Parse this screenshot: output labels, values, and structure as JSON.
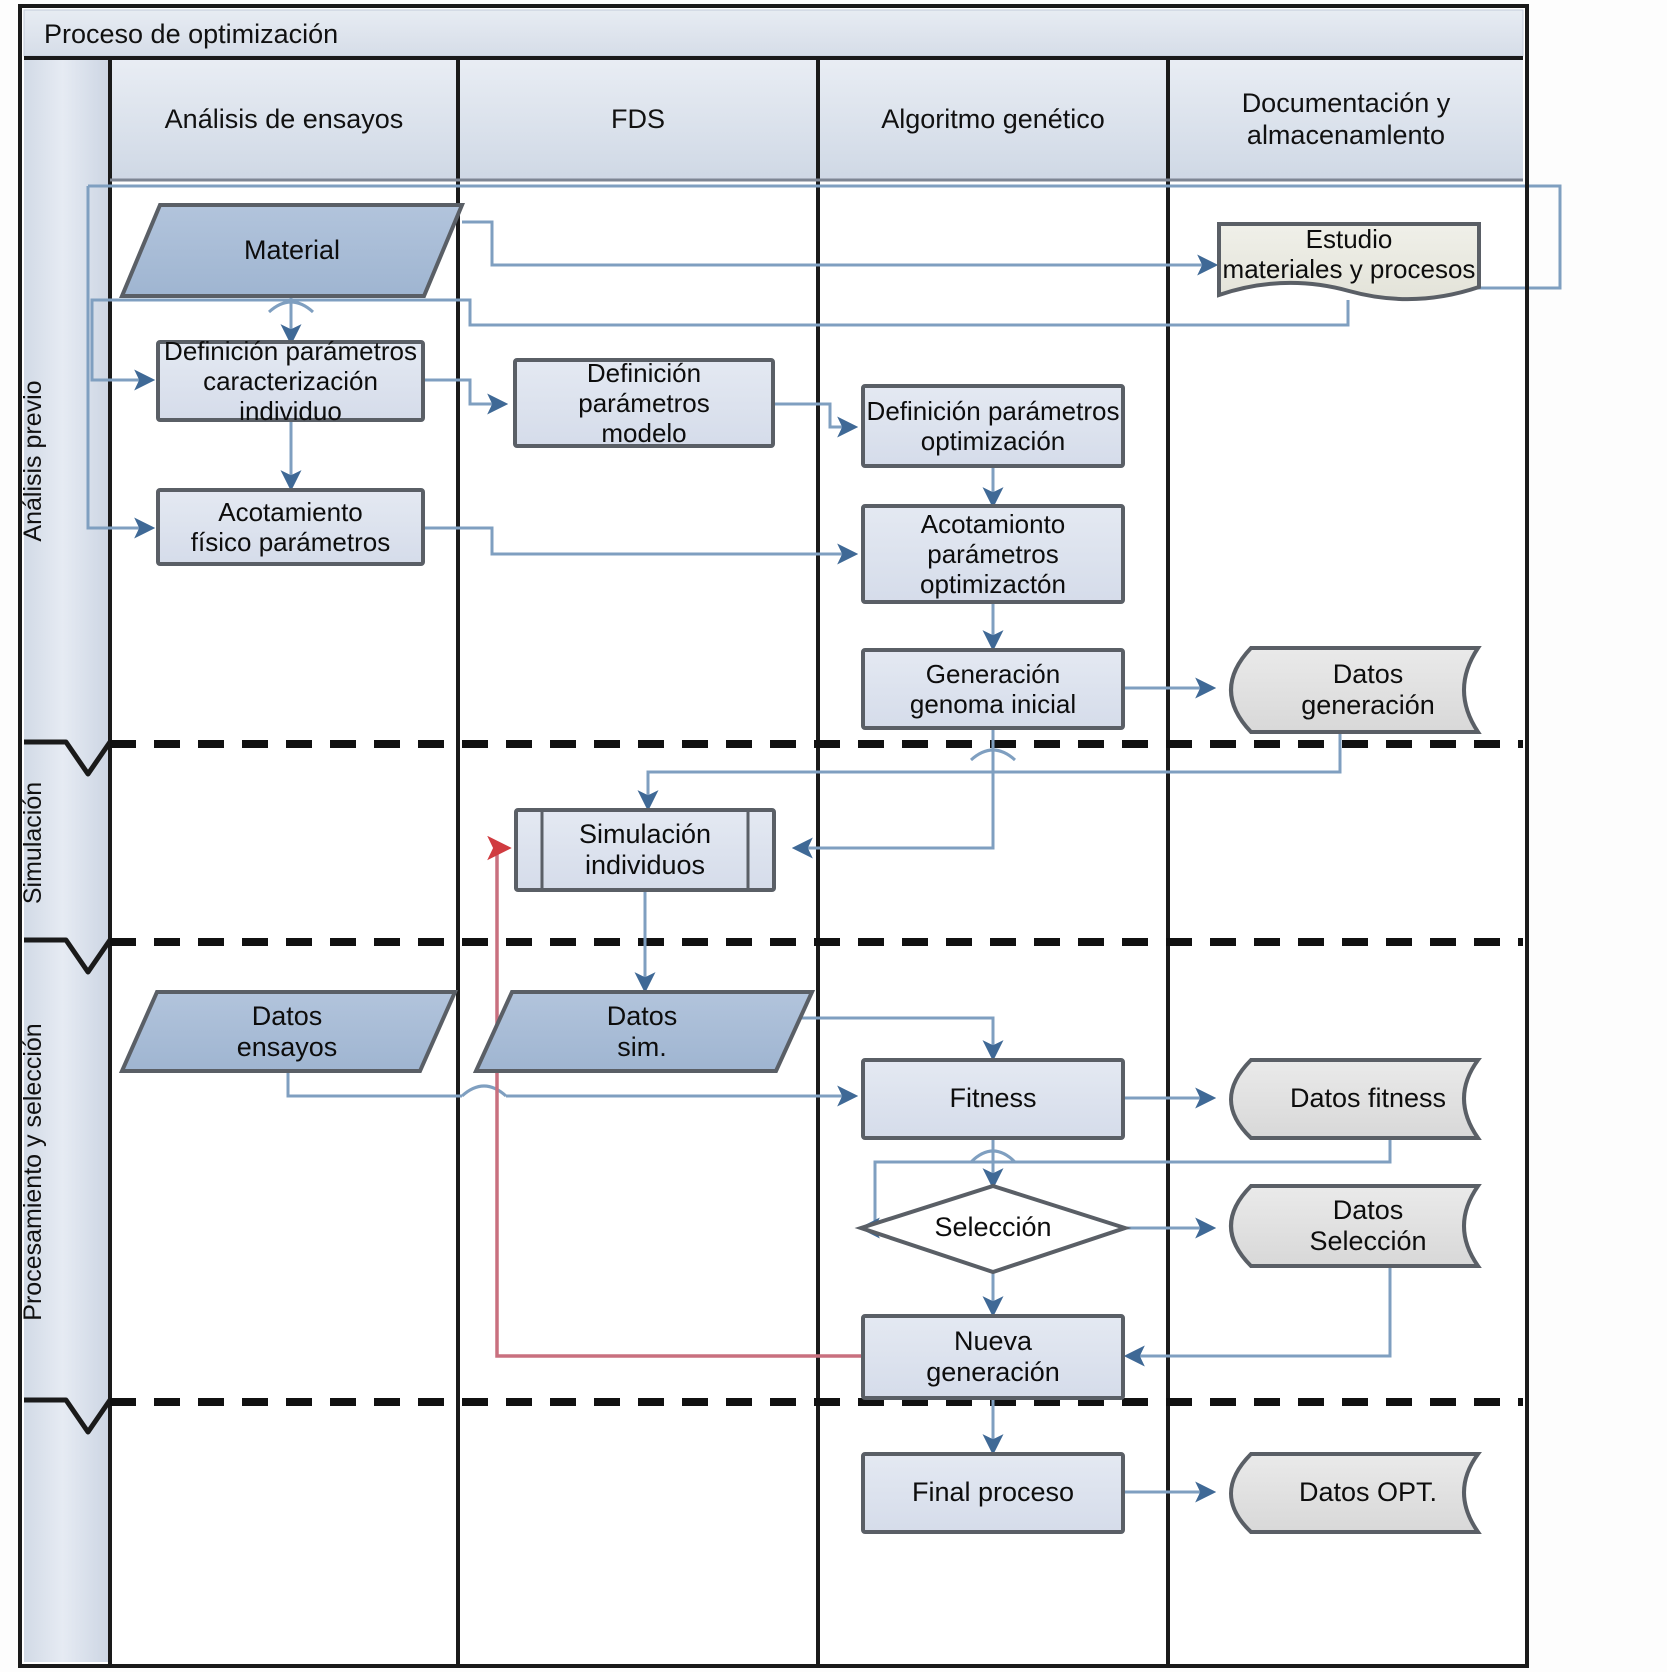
{
  "diagram": {
    "type": "swimlane-flowchart",
    "pool_title": "Proceso de optimización",
    "lanes": [
      {
        "id": "lane-analisis-ensayos",
        "label": "Análisis de ensayos"
      },
      {
        "id": "lane-fds",
        "label": "FDS"
      },
      {
        "id": "lane-algoritmo-genetico",
        "label": "Algoritmo genético"
      },
      {
        "id": "lane-documentacion",
        "label": "Documentación y\nalmacenamlento"
      }
    ],
    "phases": [
      {
        "id": "phase-analisis-previo",
        "label": "Análisis previo"
      },
      {
        "id": "phase-simulacion",
        "label": "Simulación"
      },
      {
        "id": "phase-procesamiento",
        "label": "Procesamiento y selección"
      }
    ],
    "nodes": [
      {
        "id": "material",
        "label": "Material",
        "shape": "parallelogram-data",
        "lane": "lane-analisis-ensayos",
        "phase": "phase-analisis-previo"
      },
      {
        "id": "estudio-materiales",
        "label": "Estudio\nmateriales y procesos",
        "shape": "document",
        "lane": "lane-documentacion",
        "phase": "phase-analisis-previo"
      },
      {
        "id": "definicion-parametros-caracterizacion",
        "label": "Definición parámetros\ncaracterización\nindividuo",
        "shape": "process",
        "lane": "lane-analisis-ensayos",
        "phase": "phase-analisis-previo"
      },
      {
        "id": "acotamiento-fisico",
        "label": "Acotamiento\nfísico parámetros",
        "shape": "process",
        "lane": "lane-analisis-ensayos",
        "phase": "phase-analisis-previo"
      },
      {
        "id": "definicion-parametros-modelo",
        "label": "Definición\nparámetros\nmodelo",
        "shape": "process",
        "lane": "lane-fds",
        "phase": "phase-analisis-previo"
      },
      {
        "id": "definicion-parametros-optimizacion",
        "label": "Definición parámetros\noptimización",
        "shape": "process",
        "lane": "lane-algoritmo-genetico",
        "phase": "phase-analisis-previo"
      },
      {
        "id": "acotamionto-parametros-optimizacton",
        "label": "Acotamionto\nparámetros\noptimizactón",
        "shape": "process",
        "lane": "lane-algoritmo-genetico",
        "phase": "phase-analisis-previo"
      },
      {
        "id": "generacion-genoma-inicial",
        "label": "Generación\ngenoma inicial",
        "shape": "process",
        "lane": "lane-algoritmo-genetico",
        "phase": "phase-analisis-previo"
      },
      {
        "id": "datos-generacion",
        "label": "Datos\ngeneración",
        "shape": "stored-data",
        "lane": "lane-documentacion",
        "phase": "phase-analisis-previo"
      },
      {
        "id": "simulacion-individuos",
        "label": "Simulación\nindividuos",
        "shape": "predefined-process",
        "lane": "lane-fds",
        "phase": "phase-simulacion"
      },
      {
        "id": "datos-ensayos",
        "label": "Datos\nensayos",
        "shape": "parallelogram-data",
        "lane": "lane-analisis-ensayos",
        "phase": "phase-procesamiento"
      },
      {
        "id": "datos-sim",
        "label": "Datos\nsim.",
        "shape": "parallelogram-data",
        "lane": "lane-fds",
        "phase": "phase-procesamiento"
      },
      {
        "id": "fitness",
        "label": "Fitness",
        "shape": "process",
        "lane": "lane-algoritmo-genetico",
        "phase": "phase-procesamiento"
      },
      {
        "id": "datos-fitness",
        "label": "Datos fitness",
        "shape": "stored-data",
        "lane": "lane-documentacion",
        "phase": "phase-procesamiento"
      },
      {
        "id": "seleccion",
        "label": "Selección",
        "shape": "decision",
        "lane": "lane-algoritmo-genetico",
        "phase": "phase-procesamiento"
      },
      {
        "id": "datos-seleccion",
        "label": "Datos\nSelección",
        "shape": "stored-data",
        "lane": "lane-documentacion",
        "phase": "phase-procesamiento"
      },
      {
        "id": "nueva-generacion",
        "label": "Nueva\ngeneración",
        "shape": "process",
        "lane": "lane-algoritmo-genetico",
        "phase": "phase-procesamiento"
      },
      {
        "id": "final-proceso",
        "label": "Final proceso",
        "shape": "process",
        "lane": "lane-algoritmo-genetico",
        "phase": "phase-final"
      },
      {
        "id": "datos-opt",
        "label": "Datos OPT.",
        "shape": "stored-data",
        "lane": "lane-documentacion",
        "phase": "phase-final"
      }
    ],
    "edges": [
      {
        "from": "material",
        "to": "estudio-materiales",
        "color": "#7f9fc0"
      },
      {
        "from": "material",
        "to": "definicion-parametros-caracterizacion",
        "color": "#7f9fc0"
      },
      {
        "from": "estudio-materiales",
        "to": "definicion-parametros-caracterizacion",
        "color": "#7f9fc0"
      },
      {
        "from": "estudio-materiales",
        "to": "acotamiento-fisico",
        "color": "#7f9fc0"
      },
      {
        "from": "definicion-parametros-caracterizacion",
        "to": "acotamiento-fisico",
        "color": "#7f9fc0"
      },
      {
        "from": "definicion-parametros-caracterizacion",
        "to": "definicion-parametros-modelo",
        "color": "#7f9fc0"
      },
      {
        "from": "definicion-parametros-modelo",
        "to": "definicion-parametros-optimizacion",
        "color": "#7f9fc0"
      },
      {
        "from": "acotamiento-fisico",
        "to": "acotamionto-parametros-optimizacton",
        "color": "#7f9fc0"
      },
      {
        "from": "definicion-parametros-optimizacion",
        "to": "acotamionto-parametros-optimizacton",
        "color": "#7f9fc0"
      },
      {
        "from": "acotamionto-parametros-optimizacton",
        "to": "generacion-genoma-inicial",
        "color": "#7f9fc0"
      },
      {
        "from": "generacion-genoma-inicial",
        "to": "datos-generacion",
        "color": "#7f9fc0"
      },
      {
        "from": "datos-generacion",
        "to": "simulacion-individuos",
        "color": "#7f9fc0"
      },
      {
        "from": "generacion-genoma-inicial",
        "to": "simulacion-individuos",
        "color": "#7f9fc0"
      },
      {
        "from": "simulacion-individuos",
        "to": "datos-sim",
        "color": "#7f9fc0"
      },
      {
        "from": "datos-sim",
        "to": "fitness",
        "color": "#7f9fc0"
      },
      {
        "from": "datos-ensayos",
        "to": "fitness",
        "color": "#7f9fc0"
      },
      {
        "from": "fitness",
        "to": "datos-fitness",
        "color": "#7f9fc0"
      },
      {
        "from": "fitness",
        "to": "seleccion",
        "color": "#7f9fc0"
      },
      {
        "from": "datos-fitness",
        "to": "seleccion",
        "color": "#7f9fc0"
      },
      {
        "from": "seleccion",
        "to": "datos-seleccion",
        "color": "#7f9fc0"
      },
      {
        "from": "seleccion",
        "to": "nueva-generacion",
        "color": "#7f9fc0"
      },
      {
        "from": "datos-seleccion",
        "to": "nueva-generacion",
        "color": "#7f9fc0"
      },
      {
        "from": "nueva-generacion",
        "to": "simulacion-individuos",
        "color": "#c9707f",
        "style": "feedback-loop"
      },
      {
        "from": "nueva-generacion",
        "to": "final-proceso",
        "color": "#7f9fc0"
      },
      {
        "from": "final-proceso",
        "to": "datos-opt",
        "color": "#7f9fc0"
      }
    ],
    "colors": {
      "lane_header_fill": "#dde3ec",
      "pool_header_fill": "#dde4ee",
      "process_fill": "#dde3ee",
      "data_fill": "#a8bcd6",
      "store_fill": "#e2e2e2",
      "document_fill": "#ebebe3",
      "decision_fill": "#ffffff",
      "connector_blue": "#7f9fc0",
      "connector_red": "#c9707f",
      "border_dark": "#5a5f66",
      "frame_black": "#1a1a1a"
    }
  }
}
